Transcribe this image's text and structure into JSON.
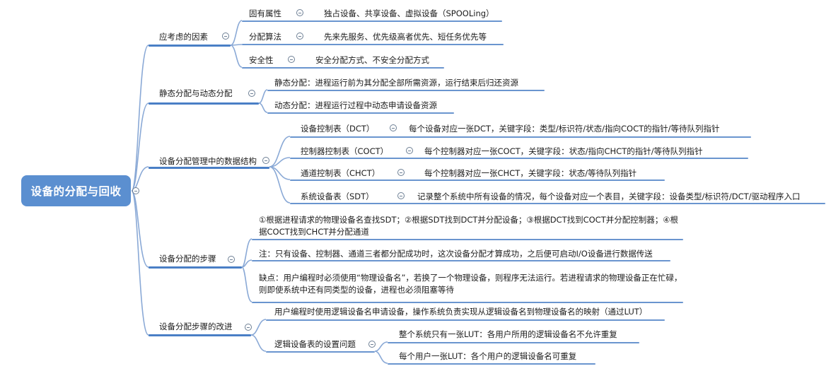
{
  "root": {
    "label": "设备的分配与回收"
  },
  "branches": {
    "factors": {
      "label": "应考虑的因素",
      "items": [
        {
          "label": "固有属性",
          "detail": "独占设备、共享设备、虚拟设备（SPOOLing）"
        },
        {
          "label": "分配算法",
          "detail": "先来先服务、优先级高者优先、短任务优先等"
        },
        {
          "label": "安全性",
          "detail": "安全分配方式、不安全分配方式"
        }
      ]
    },
    "static_dynamic": {
      "label": "静态分配与动态分配",
      "items": [
        {
          "text": "静态分配：进程运行前为其分配全部所需资源，运行结束后归还资源"
        },
        {
          "text": "动态分配：进程运行过程中动态申请设备资源"
        }
      ]
    },
    "data_structures": {
      "label": "设备分配管理中的数据结构",
      "items": [
        {
          "label": "设备控制表（DCT）",
          "detail": "每个设备对应一张DCT，关键字段：类型/标识符/状态/指向COCT的指针/等待队列指针"
        },
        {
          "label": "控制器控制表（COCT）",
          "detail": "每个控制器对应一张COCT，关键字段：状态/指向CHCT的指针/等待队列指针"
        },
        {
          "label": "通道控制表（CHCT）",
          "detail": "每个控制器对应一张CHCT，关键字段：状态/等待队列指针"
        },
        {
          "label": "系统设备表（SDT）",
          "detail": "记录整个系统中所有设备的情况，每个设备对应一个表目，关键字段：设备类型/标识符/DCT/驱动程序入口"
        }
      ]
    },
    "steps": {
      "label": "设备分配的步骤",
      "items": [
        {
          "text": "①根据进程请求的物理设备名查找SDT；②根据SDT找到DCT并分配设备；③根据DCT找到COCT并分配控制器；④根据COCT找到CHCT并分配通道"
        },
        {
          "text": "注：只有设备、控制器、通道三者都分配成功时，这次设备分配才算成功，之后便可启动I/O设备进行数据传送"
        },
        {
          "text": "缺点：用户编程时必须使用“物理设备名”，若换了一个物理设备，则程序无法运行。若进程请求的物理设备正在忙碌，则即使系统中还有同类型的设备，进程也必须阻塞等待"
        }
      ]
    },
    "improvement": {
      "label": "设备分配步骤的改进",
      "item1": {
        "text": "用户编程时使用逻辑设备名申请设备，操作系统负责实现从逻辑设备名到物理设备名的映射（通过LUT）"
      },
      "item2": {
        "label": "逻辑设备表的设置问题",
        "subs": [
          {
            "text": "整个系统只有一张LUT：各用户所用的逻辑设备名不允许重复"
          },
          {
            "text": "每个用户一张LUT：各个用户的逻辑设备名可重复"
          }
        ]
      }
    }
  },
  "colors": {
    "root_bg": "#5b8fd0",
    "line": "#4a7fc6",
    "connector": "#8aa9d6"
  }
}
